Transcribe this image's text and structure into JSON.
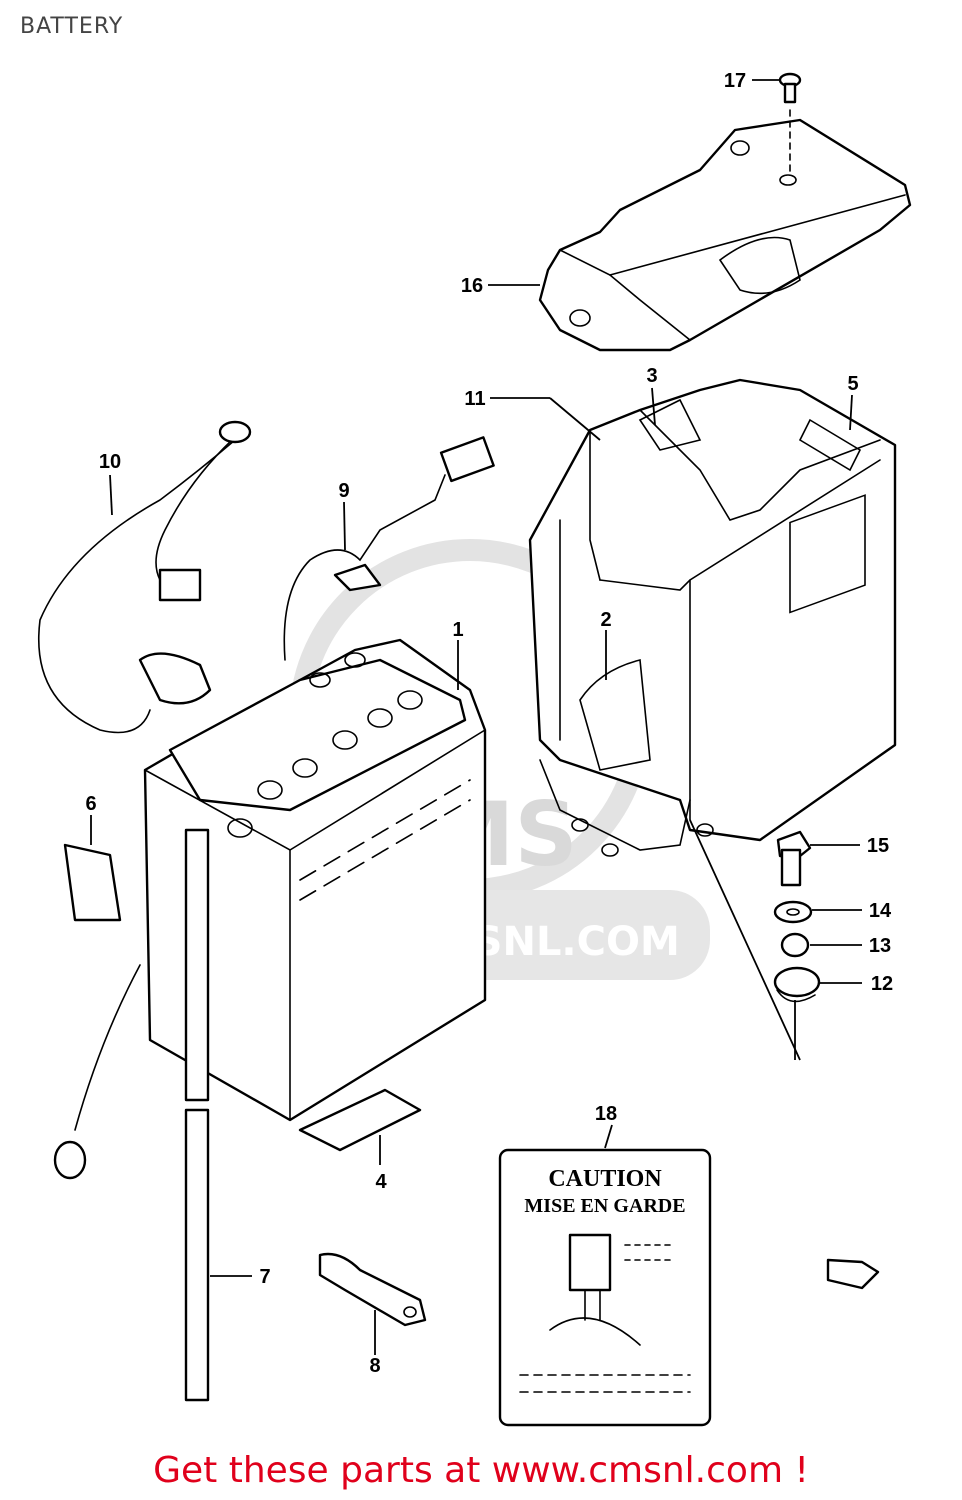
{
  "title": "BATTERY",
  "watermark": {
    "logo": "CMS",
    "url": "WWW.CMSNL.COM"
  },
  "callouts": [
    {
      "id": "1",
      "label": "1"
    },
    {
      "id": "2",
      "label": "2"
    },
    {
      "id": "3",
      "label": "3"
    },
    {
      "id": "4",
      "label": "4"
    },
    {
      "id": "5",
      "label": "5"
    },
    {
      "id": "6",
      "label": "6"
    },
    {
      "id": "7",
      "label": "7"
    },
    {
      "id": "8",
      "label": "8"
    },
    {
      "id": "9",
      "label": "9"
    },
    {
      "id": "10",
      "label": "10"
    },
    {
      "id": "11",
      "label": "11"
    },
    {
      "id": "12",
      "label": "12"
    },
    {
      "id": "13",
      "label": "13"
    },
    {
      "id": "14",
      "label": "14"
    },
    {
      "id": "15",
      "label": "15"
    },
    {
      "id": "16",
      "label": "16"
    },
    {
      "id": "17",
      "label": "17"
    },
    {
      "id": "18",
      "label": "18"
    }
  ],
  "caution_label": {
    "line1": "CAUTION",
    "line2": "MISE EN GARDE"
  },
  "footer": "Get these parts at www.cmsnl.com !",
  "colors": {
    "footer": "#e0001b",
    "watermark": "#d9d9d9",
    "line": "#000000"
  }
}
